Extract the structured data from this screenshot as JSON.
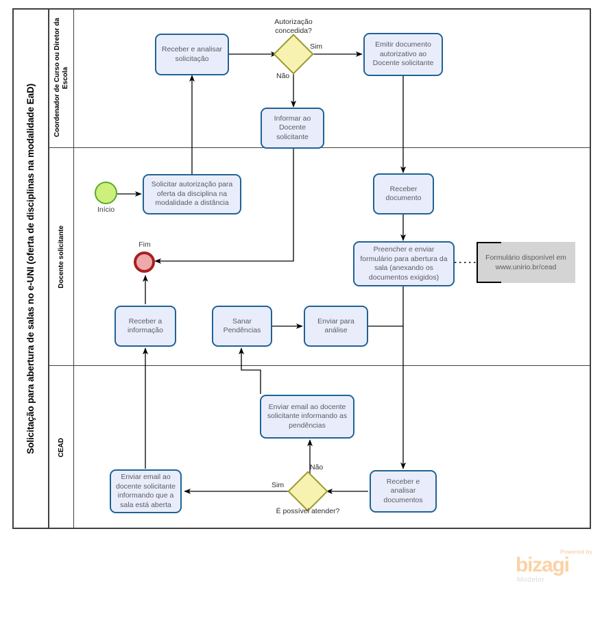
{
  "pool": {
    "title": "Solicitação para abertura de salas no e-UNI (oferta de disciplinas na modalidade EaD)"
  },
  "lanes": [
    {
      "id": "lane-coordenador",
      "name": "Coordenador de Curso ou Diretor da Escola"
    },
    {
      "id": "lane-docente",
      "name": "Docente  solicitante"
    },
    {
      "id": "lane-cead",
      "name": "CEAD"
    }
  ],
  "events": [
    {
      "id": "start-event",
      "type": "start",
      "label": "Início"
    },
    {
      "id": "end-event",
      "type": "end",
      "label": "Fim"
    }
  ],
  "tasks": [
    {
      "id": "task-receber-analisar-solicitacao",
      "lane": "lane-coordenador",
      "label": "Receber  e analisar solicitação"
    },
    {
      "id": "task-emitir-documento-autorizativo",
      "lane": "lane-coordenador",
      "label": "Emitir documento autorizativo ao Docente solicitante"
    },
    {
      "id": "task-informar-docente",
      "lane": "lane-coordenador",
      "label": "Informar ao Docente solicitante"
    },
    {
      "id": "task-solicitar-autorizacao",
      "lane": "lane-docente",
      "label": "Solicitar autorização para oferta da disciplina na modalidade a distância"
    },
    {
      "id": "task-receber-documento",
      "lane": "lane-docente",
      "label": "Receber documento"
    },
    {
      "id": "task-preencher-enviar-formulario",
      "lane": "lane-docente",
      "label": "Preencher e enviar formulário para abertura da sala (anexando os documentos exigidos)"
    },
    {
      "id": "task-receber-informacao",
      "lane": "lane-docente",
      "label": "Receber a informação"
    },
    {
      "id": "task-sanar-pendencias",
      "lane": "lane-docente",
      "label": "Sanar Pendências"
    },
    {
      "id": "task-enviar-para-analise",
      "lane": "lane-docente",
      "label": "Enviar para análise"
    },
    {
      "id": "task-enviar-email-pendencias",
      "lane": "lane-cead",
      "label": "Enviar email ao docente solicitante informando as pendências"
    },
    {
      "id": "task-enviar-email-sala-aberta",
      "lane": "lane-cead",
      "label": "Enviar email ao docente solicitante informando que a sala está aberta"
    },
    {
      "id": "task-receber-analisar-documentos",
      "lane": "lane-cead",
      "label": "Receber e analisar documentos"
    }
  ],
  "gateways": [
    {
      "id": "gateway-autorizacao",
      "lane": "lane-coordenador",
      "label": "Autorização concedida?",
      "label_line1": "Autorização",
      "label_line2": "concedida?"
    },
    {
      "id": "gateway-possivel-atender",
      "lane": "lane-cead",
      "label": "É possível atender?"
    }
  ],
  "flow_labels": [
    {
      "id": "flow-label-sim-autorizacao",
      "text": "Sim"
    },
    {
      "id": "flow-label-nao-autorizacao",
      "text": "Não"
    },
    {
      "id": "flow-label-nao-atender",
      "text": "Não"
    },
    {
      "id": "flow-label-sim-atender",
      "text": "Sim"
    }
  ],
  "annotation": {
    "id": "annotation-formulario",
    "line1": "Formulário disponível em",
    "line2": "www.unirio.br/cead"
  },
  "branding": {
    "powered_by": "Powered by",
    "wordmark": "bizagi",
    "product": "Modeler"
  },
  "colors": {
    "task_fill": "#e9edfb",
    "task_border": "#1f6294",
    "gateway_fill": "#f7f2b0",
    "gateway_border": "#9a9a33",
    "start_fill": "#cdf07c",
    "start_border": "#5aa82a",
    "end_fill": "#eeaaaa",
    "end_border": "#a81f1f",
    "annotation_fill": "#d4d4d4",
    "frame": "#3f3f3f",
    "brand": "#fbd2a5"
  }
}
